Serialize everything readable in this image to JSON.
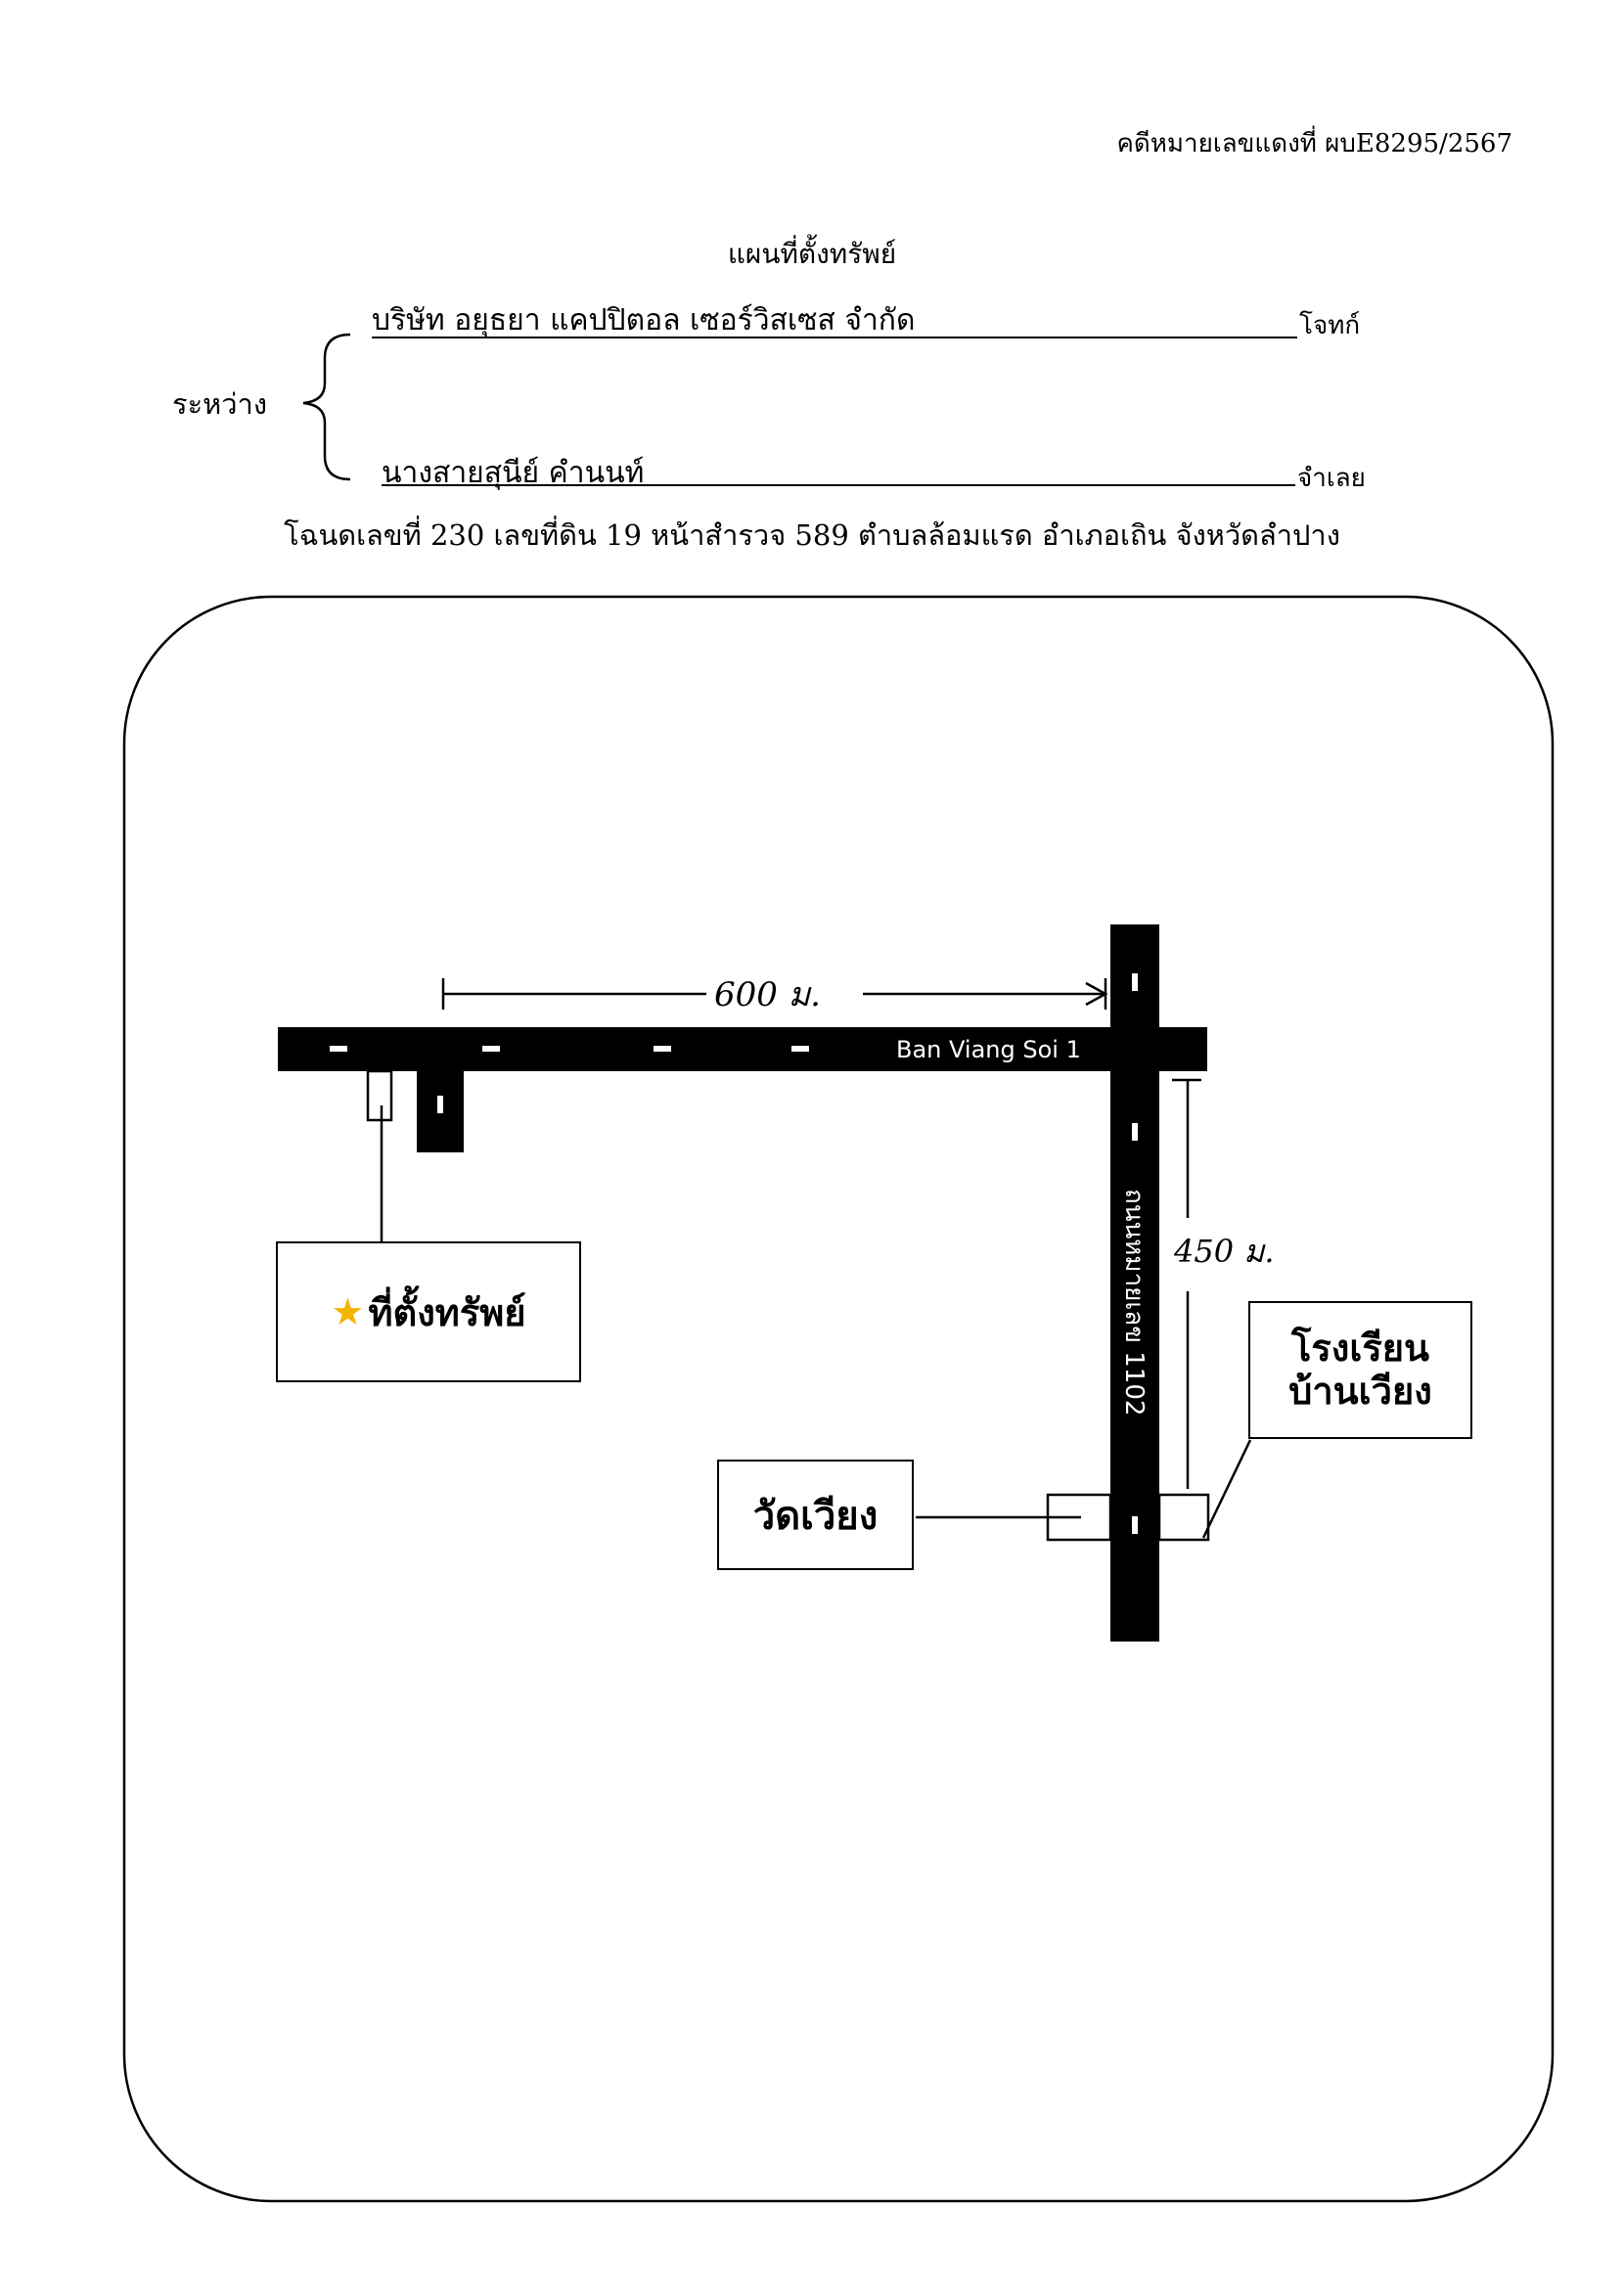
{
  "header": {
    "case_number": "คดีหมายเลขแดงที่ ผบE8295/2567",
    "title": "แผนที่ตั้งทรัพย์"
  },
  "parties": {
    "between_label": "ระหว่าง",
    "plaintiff": {
      "name": "บริษัท อยุธยา แคปปิตอล เซอร์วิสเซส จำกัด",
      "role": "โจทก์"
    },
    "defendant": {
      "name": "นางสายสุนีย์ คำนนท์",
      "role": "จำเลย"
    }
  },
  "deed": {
    "text": "โฉนดเลขที่ 230  เลขที่ดิน  19 หน้าสำรวจ 589  ตำบลล้อมแรด  อำเภอเถิน  จังหวัดลำปาง"
  },
  "map": {
    "roads": {
      "horizontal_name": "Ban Viang Soi 1",
      "vertical_name": "ถนนหมายเลข 1102"
    },
    "distances": {
      "horizontal": "600 ม.",
      "vertical": "450 ม."
    },
    "landmarks": {
      "property_label": "ที่ตั้งทรัพย์",
      "temple_label": "วัดเวียง",
      "school_label_line1": "โรงเรียน",
      "school_label_line2": "บ้านเวียง"
    },
    "icons": {
      "property_marker": "star-icon"
    },
    "colors": {
      "road": "#000000",
      "star": "#f5b400"
    }
  }
}
